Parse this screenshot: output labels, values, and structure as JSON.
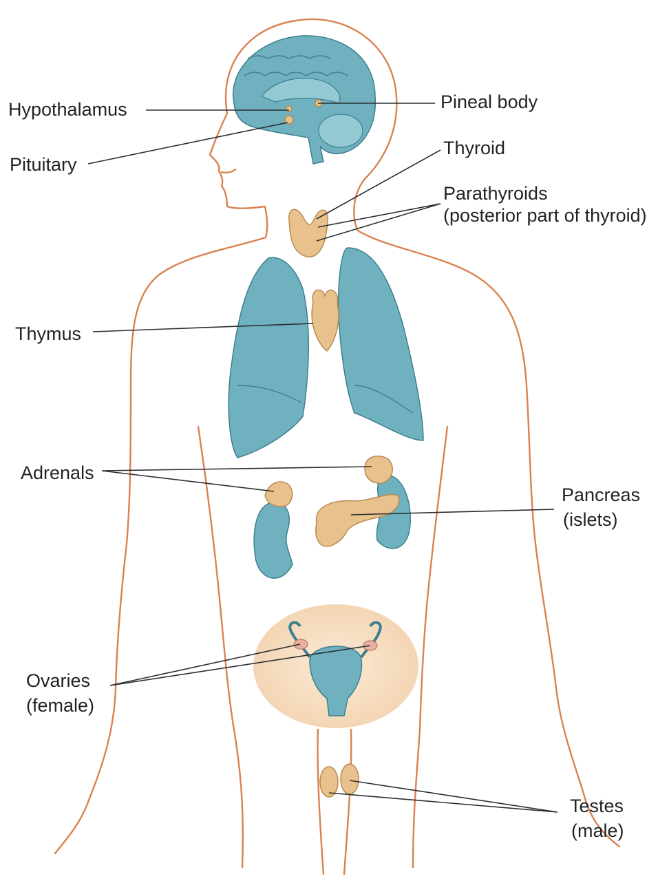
{
  "labels": {
    "hypothalamus": "Hypothalamus",
    "pituitary": "Pituitary",
    "pineal": "Pineal body",
    "thyroid": "Thyroid",
    "parathyroids_1": "Parathyroids",
    "parathyroids_2": "(posterior part of thyroid)",
    "thymus": "Thymus",
    "adrenals": "Adrenals",
    "pancreas_1": "Pancreas",
    "pancreas_2": "(islets)",
    "ovaries_1": "Ovaries",
    "ovaries_2": "(female)",
    "testes_1": "Testes",
    "testes_2": "(male)"
  },
  "colors": {
    "body_outline": "#d9824f",
    "organ_blue": "#6fb1bf",
    "gland": "#e9c18c",
    "pelvic_halo": "#f6dfc4"
  }
}
